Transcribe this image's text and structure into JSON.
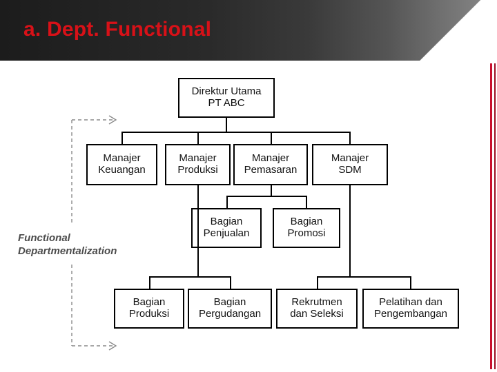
{
  "slide": {
    "title": "a. Dept. Functional",
    "title_color": "#d81118",
    "header_bg": "#1c1c1c",
    "accent_rule_color": "#c8102e"
  },
  "diagram": {
    "caption_line1": "Functional",
    "caption_line2": "Departmentalization",
    "caption_color": "#4c4c4c",
    "nodes": [
      {
        "id": "top",
        "line1": "Direktur Utama",
        "line2": "PT ABC"
      },
      {
        "id": "keuangan",
        "line1": "Manajer",
        "line2": "Keuangan"
      },
      {
        "id": "produksi",
        "line1": "Manajer",
        "line2": "Produksi"
      },
      {
        "id": "pemasaran",
        "line1": "Manajer",
        "line2": "Pemasaran"
      },
      {
        "id": "sdm",
        "line1": "Manajer",
        "line2": "SDM"
      },
      {
        "id": "penjualan",
        "line1": "Bagian",
        "line2": "Penjualan"
      },
      {
        "id": "promosi",
        "line1": "Bagian",
        "line2": "Promosi"
      },
      {
        "id": "bproduksi",
        "line1": "Bagian",
        "line2": "Produksi"
      },
      {
        "id": "pergudangan",
        "line1": "Bagian",
        "line2": "Pergudangan"
      },
      {
        "id": "rekrutmen",
        "line1": "Rekrutmen",
        "line2": "dan Seleksi"
      },
      {
        "id": "pelatihan",
        "line1": "Pelatihan dan",
        "line2": "Pengembangan"
      }
    ]
  }
}
